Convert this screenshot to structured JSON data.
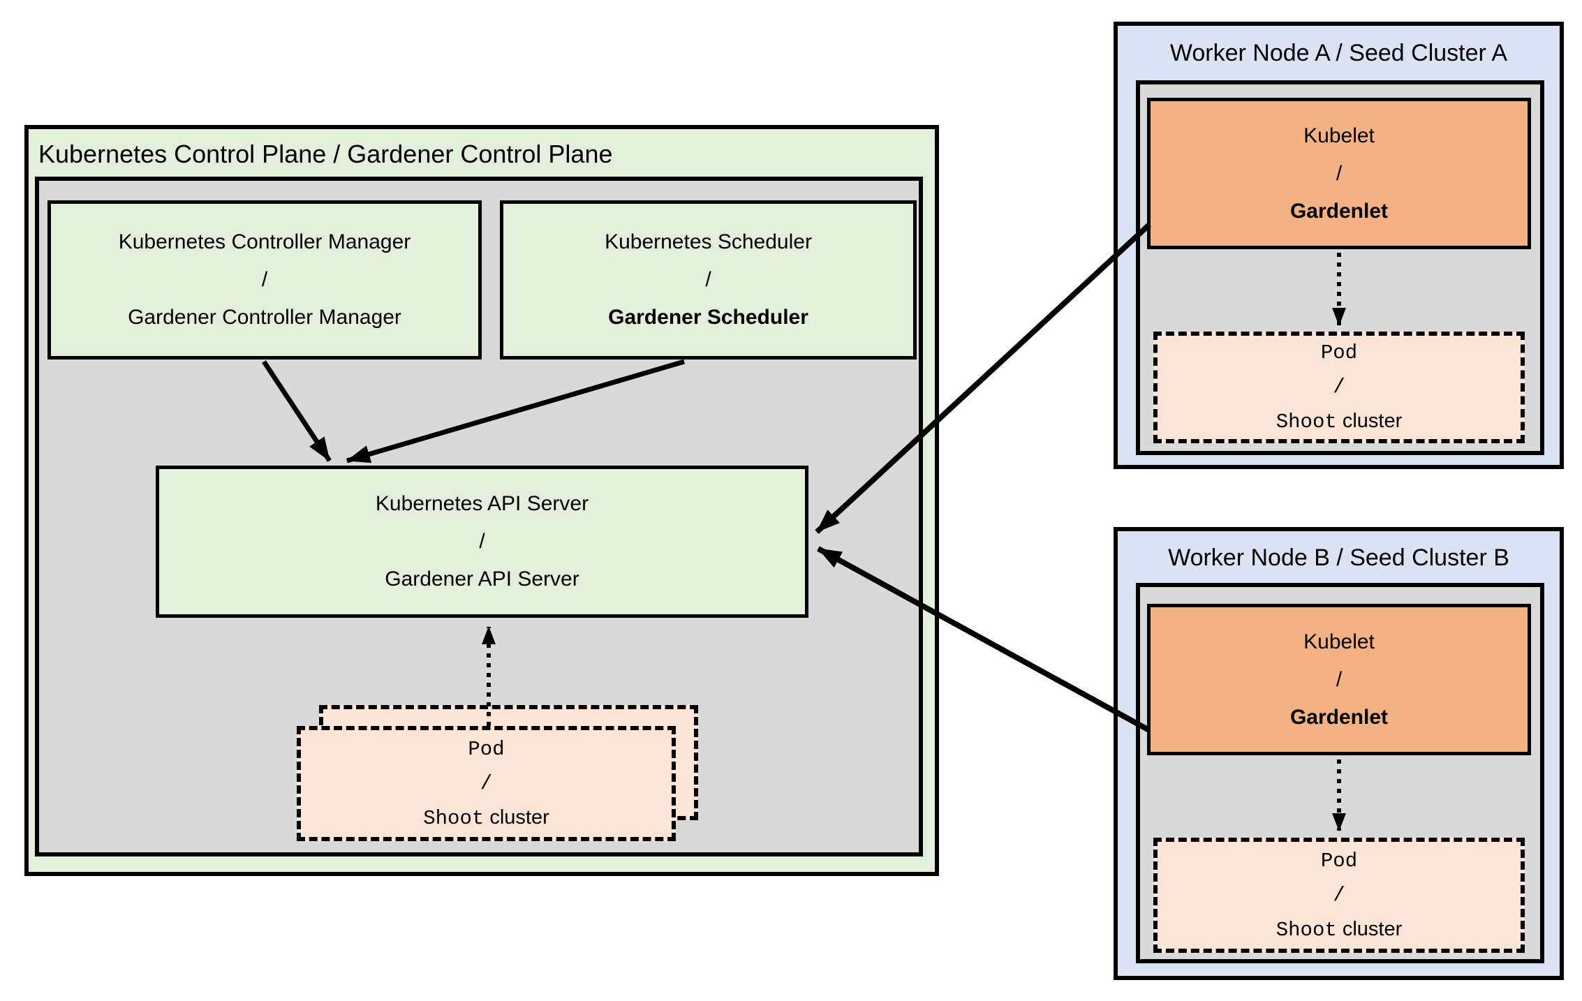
{
  "colors": {
    "green_light": "#e2efda",
    "gray": "#d9d9d9",
    "blue_light": "#dae3f3",
    "orange": "#f4b183",
    "peach": "#fce4d6",
    "line": "#000000"
  },
  "control_plane": {
    "title": "Kubernetes Control Plane / Gardener Control Plane",
    "controller_manager": {
      "line1": "Kubernetes Controller Manager",
      "sep": "/",
      "line2": "Gardener Controller Manager"
    },
    "scheduler": {
      "line1": "Kubernetes Scheduler",
      "sep": "/",
      "line2": "Gardener Scheduler"
    },
    "api_server": {
      "line1": "Kubernetes API Server",
      "sep": "/",
      "line2": "Gardener API Server"
    },
    "pod_stack": {
      "line1": "Pod",
      "sep": "/",
      "line2_mono": "Shoot",
      "line2_sans": "cluster"
    }
  },
  "worker_node_a": {
    "title": "Worker Node A / Seed Cluster A",
    "kubelet": {
      "line1": "Kubelet",
      "sep": "/",
      "line2": "Gardenlet"
    },
    "pod": {
      "line1": "Pod",
      "sep": "/",
      "line2_mono": "Shoot",
      "line2_sans": "cluster"
    }
  },
  "worker_node_b": {
    "title": "Worker Node B / Seed Cluster B",
    "kubelet": {
      "line1": "Kubelet",
      "sep": "/",
      "line2": "Gardenlet"
    },
    "pod": {
      "line1": "Pod",
      "sep": "/",
      "line2_mono": "Shoot",
      "line2_sans": "cluster"
    }
  }
}
